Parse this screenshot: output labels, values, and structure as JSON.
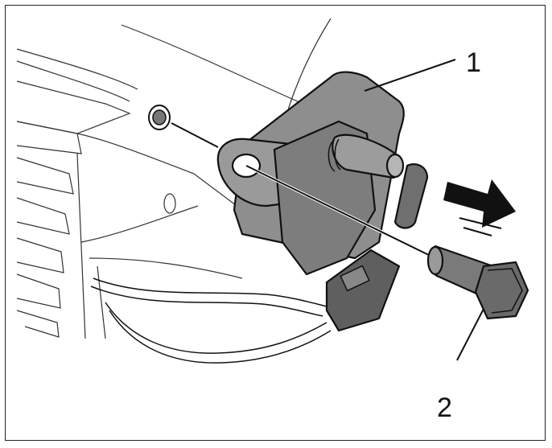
{
  "callouts": [
    {
      "label": "1"
    },
    {
      "label": "2"
    }
  ],
  "colors": {
    "part_fill": "#8e8e8e",
    "part_dark": "#5f5f5f",
    "line": "#111111",
    "arrow": "#111111"
  },
  "icons": [
    "sensor-bracket-part",
    "bolt-part",
    "removal-arrow-icon",
    "connector-part"
  ]
}
